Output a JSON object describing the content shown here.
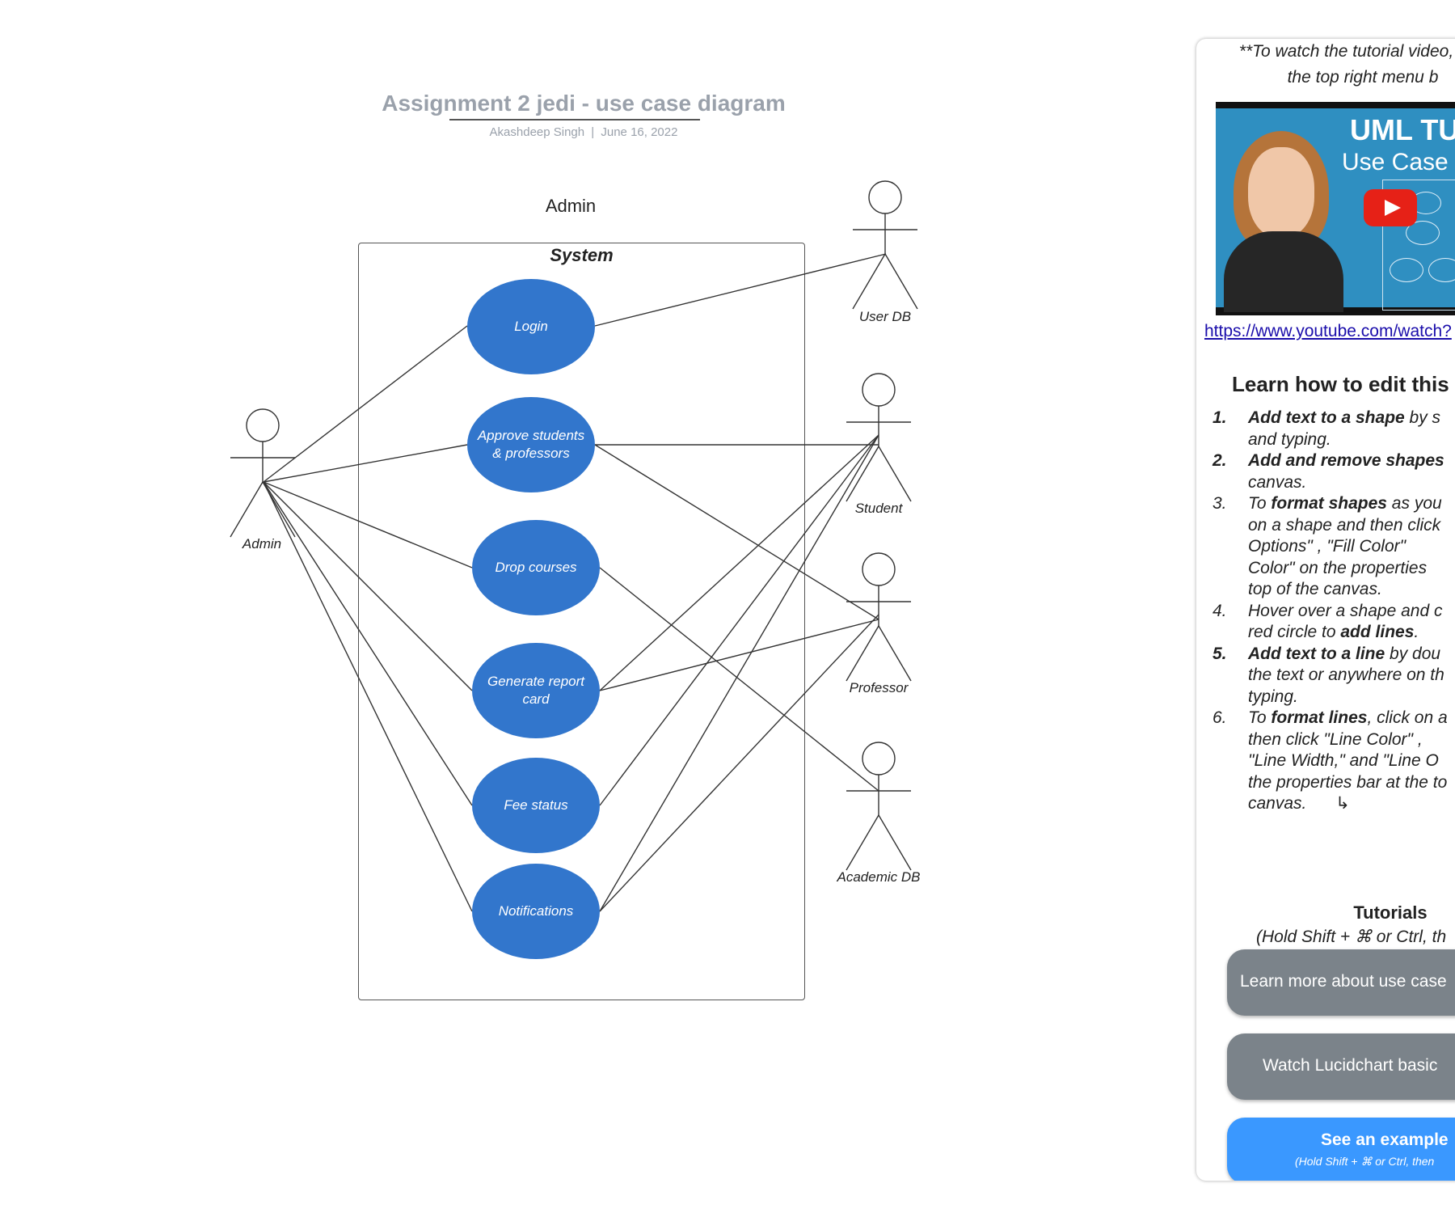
{
  "diagram": {
    "title": "Assignment 2 jedi - use case diagram",
    "author": "Akashdeep Singh",
    "date": "June 16, 2022",
    "separator": "|",
    "system_caption": "Admin",
    "boundary_label": "System",
    "use_cases": [
      {
        "label": "Login"
      },
      {
        "label": "Approve students & professors"
      },
      {
        "label": "Drop courses"
      },
      {
        "label": "Generate report card"
      },
      {
        "label": "Fee status"
      },
      {
        "label": "Notifications"
      }
    ],
    "actors": [
      {
        "label": "Admin"
      },
      {
        "label": "User DB"
      },
      {
        "label": "Student"
      },
      {
        "label": "Professor"
      },
      {
        "label": "Academic DB"
      }
    ],
    "colors": {
      "use_case_fill": "#3276cc",
      "line": "#333333",
      "title": "#9aa1ab"
    }
  },
  "panel": {
    "note_line1": "**To watch the tutorial video, cl",
    "note_line2": "the top right menu b",
    "video_title": "UML TUT",
    "video_subtitle": "Use Case",
    "video_link": "https://www.youtube.com/watch?",
    "learn_heading": "Learn how to edit this",
    "steps": [
      {
        "num": "1.",
        "text_a": "Add text to a shape",
        "text_b": " by s",
        "text_c": "and typing."
      },
      {
        "num": "2.",
        "text_a": "Add and remove shapes",
        "text_c": "canvas."
      },
      {
        "num": "3.",
        "text_a": "To ",
        "text_b": "format shapes",
        "text_c": " as you",
        "line2": "on a shape and then click",
        "line3": "Options\"      , \"Fill Color\"",
        "line4": "Color\"      on the properties",
        "line5": "top of the canvas."
      },
      {
        "num": "4.",
        "line1": "Hover over a shape and c",
        "line2a": "red circle     to ",
        "line2b": "add lines",
        "line2c": "."
      },
      {
        "num": "5.",
        "text_a": "Add text to a line",
        "text_b": " by dou",
        "line2": "the text or anywhere on th",
        "line3": "typing."
      },
      {
        "num": "6.",
        "text_a": "To ",
        "text_b": "format lines",
        "text_c": ", click on a",
        "line2": "then click \"Line Color\"      ,",
        "line3": "\"Line Width,\" and \"Line O",
        "line4": "the properties bar at the to",
        "line5": "canvas."
      }
    ],
    "tutorials_heading": "Tutorials",
    "tutorials_sub": "(Hold Shift + ⌘ or Ctrl, th",
    "buttons": {
      "learn_more": "Learn more about use case",
      "watch_basic": "Watch Lucidchart basic",
      "see_example": "See an example",
      "see_example_sub": "(Hold Shift + ⌘ or Ctrl, then"
    }
  }
}
